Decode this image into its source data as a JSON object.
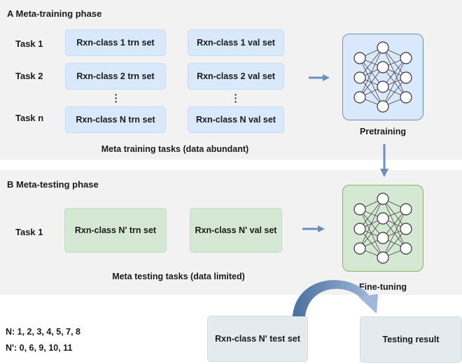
{
  "phase_a": {
    "title": "A  Meta-training phase",
    "tasks": [
      "Task 1",
      "Task 2",
      "Task n"
    ],
    "trn_sets": [
      "Rxn-class 1 trn set",
      "Rxn-class 2 trn set",
      "Rxn-class N trn set"
    ],
    "val_sets": [
      "Rxn-class 1 val set",
      "Rxn-class 2 val set",
      "Rxn-class N val set"
    ],
    "caption": "Meta training tasks (data abundant)",
    "model_label": "Pretraining"
  },
  "phase_b": {
    "title": "B  Meta-testing phase",
    "task": "Task 1",
    "trn_set": "Rxn-class N' trn set",
    "val_set": "Rxn-class N' val set",
    "caption": "Meta testing tasks (data limited)",
    "model_label": "Fine-tuning"
  },
  "test": {
    "notes": [
      "N: 1, 2, 3, 4, 5, 7, 8",
      "N': 0, 6, 9, 10, 11"
    ],
    "test_set": "Rxn-class N' test set",
    "result": "Testing result"
  },
  "colors": {
    "train_box": "#dae8fc",
    "test_box": "#d5e8d4",
    "result_box": "#e3ebee",
    "arrow": "#6c8ebf"
  }
}
